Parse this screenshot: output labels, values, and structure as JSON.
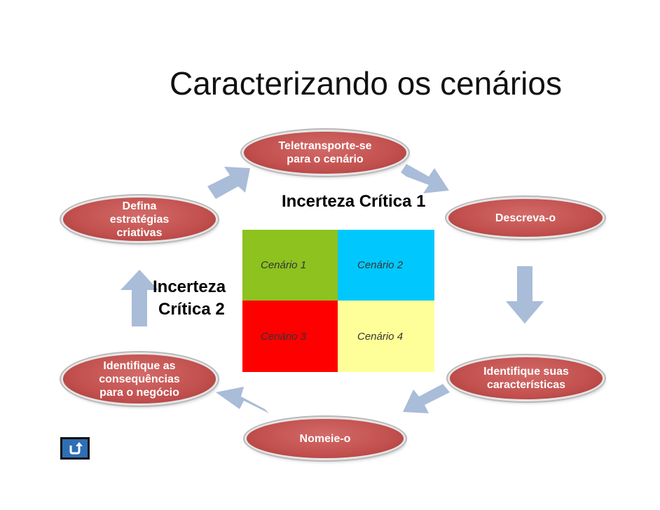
{
  "title": "Caracterizando os cenários",
  "steps": {
    "teleport": "Teletransporte-se\npara o cenário",
    "describe": "Descreva-o",
    "characteristics": "Identifique suas\ncaracterísticas",
    "name": "Nomeie-o",
    "consequences": "Identifique as\nconsequências\npara o negócio",
    "strategies": "Defina\nestratégias\ncriativas"
  },
  "axes": {
    "uncertainty1": "Incerteza Crítica 1",
    "uncertainty2_line1": "Incerteza",
    "uncertainty2_line2": "Crítica 2"
  },
  "scenarios": {
    "s1": "Cenário 1",
    "s2": "Cenário 2",
    "s3": "Cenário 3",
    "s4": "Cenário 4"
  },
  "colors": {
    "oval": "#c2504e",
    "arrow": "#a9bcd8",
    "scenario1": "#8dc21f",
    "scenario2": "#00c8ff",
    "scenario3": "#ff0000",
    "scenario4": "#ffff99"
  },
  "icons": {
    "back": "return-arrow-icon"
  }
}
